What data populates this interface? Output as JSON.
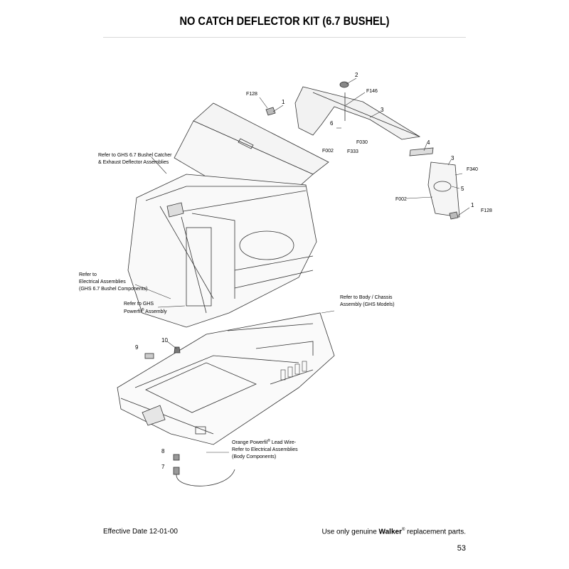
{
  "title": "NO CATCH DEFLECTOR KIT (6.7 BUSHEL)",
  "callouts": {
    "c1a": "1",
    "c2": "2",
    "c3a": "3",
    "c4": "4",
    "c3b": "3",
    "c5": "5",
    "c1b": "1",
    "c6": "6",
    "c7": "7",
    "c8": "8",
    "c9": "9",
    "c10": "10",
    "f128a": "F128",
    "f146": "F146",
    "f002a": "F002",
    "f030": "F030",
    "f333": "F333",
    "f340": "F340",
    "f002b": "F002",
    "f128b": "F128"
  },
  "refs": {
    "catcher_1": "Refer to GHS 6.7 Bushel Catcher",
    "catcher_2": "& Exhaust Deflector Assemblies",
    "elec_1": "Refer to",
    "elec_2": "Electrical Assemblies",
    "elec_3": "(GHS 6.7 Bushel Components)",
    "powerfil_1": "Refer to GHS",
    "powerfil_2": "Powerfil",
    "powerfil_reg": "®",
    "powerfil_3": "Assembly",
    "body_1": "Refer to Body / Chassis",
    "body_2": "Assembly (GHS Models)",
    "wire_1": "Orange Powerfil",
    "wire_reg": "®",
    "wire_1b": "Lead Wire-",
    "wire_2": "Refer to Electrical Assemblies",
    "wire_3": "(Body Components)"
  },
  "footer": {
    "effective": "Effective Date 12-01-00",
    "genuine_pre": "Use only genuine",
    "brand": "Walker",
    "brand_reg": "®",
    "genuine_post": "replacement parts.",
    "page": "53"
  }
}
